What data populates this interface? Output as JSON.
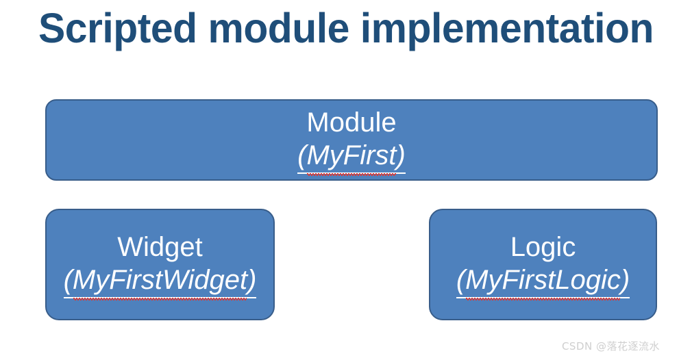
{
  "slide": {
    "title": "Scripted module implementation",
    "background_color": "#FFFFFF",
    "title_color": "#1F4E79",
    "box_fill_color": "#4E81BD",
    "box_border_color": "#385D8A",
    "box_text_color": "#FFFFFF",
    "spellcheck_underline_color": "#E8342B"
  },
  "diagram": {
    "nodes": [
      {
        "id": "module",
        "name": "Module",
        "class_name_open_paren": "(",
        "class_name": "MyFirst",
        "class_name_close_paren": ")",
        "row": "top"
      },
      {
        "id": "widget",
        "name": "Widget",
        "class_name_open_paren": "(",
        "class_name": "MyFirstWidget",
        "class_name_close_paren": ")",
        "row": "bottom-left"
      },
      {
        "id": "logic",
        "name": "Logic",
        "class_name_open_paren": "(",
        "class_name": "MyFirstLogic",
        "class_name_close_paren": ")",
        "row": "bottom-right"
      }
    ]
  },
  "watermark": {
    "text": "CSDN @落花逐流水",
    "color": "#CFCFCF"
  }
}
